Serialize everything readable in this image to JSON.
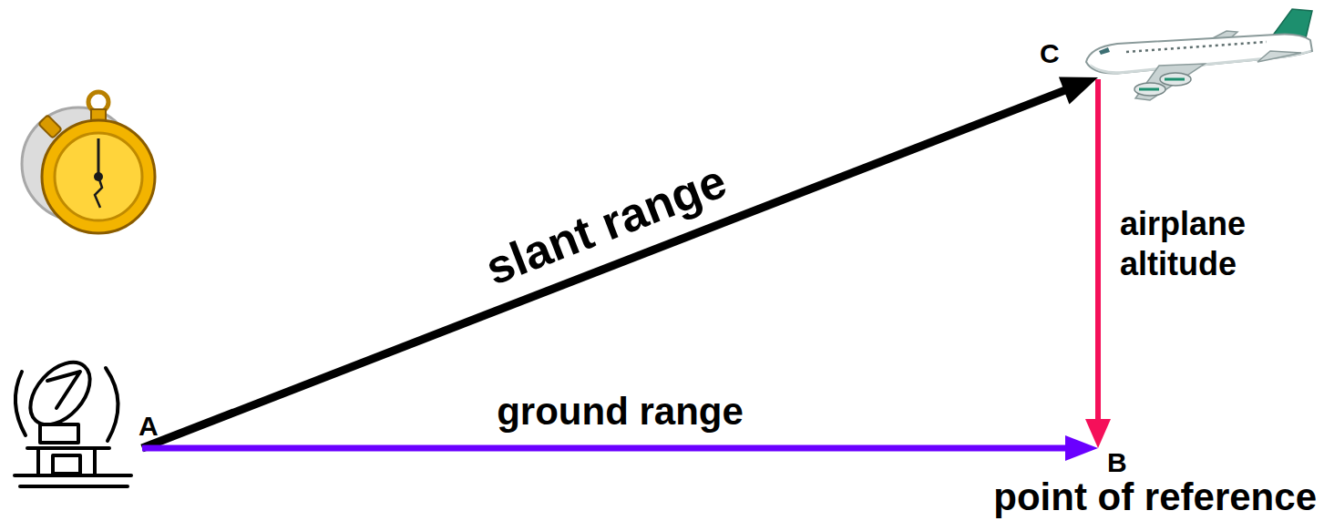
{
  "diagram": {
    "nodes": [
      {
        "text": [
          "A"
        ]
      },
      {
        "text": [
          "C"
        ]
      },
      {
        "text": [
          "B",
          "point of reference"
        ]
      }
    ],
    "edges": [
      {
        "from": 0,
        "to": 1,
        "arrow": "to",
        "label": "slant range"
      },
      {
        "from": 0,
        "to": 2,
        "arrow": "to",
        "label": "ground range"
      },
      {
        "from": 1,
        "to": 2,
        "arrow": "to",
        "label": "airplane altitude"
      }
    ]
  }
}
